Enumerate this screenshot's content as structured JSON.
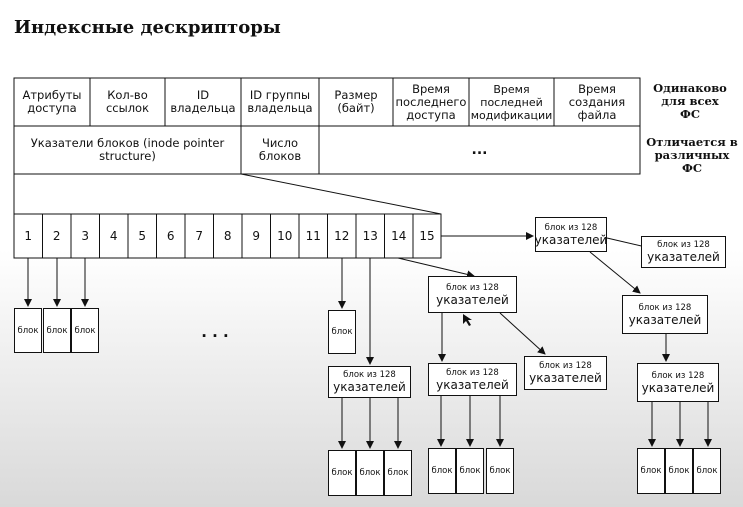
{
  "title": "Индексные дескрипторы",
  "inode": {
    "row1": [
      "Атрибуты\nдоступа",
      "Кол-во\nссылок",
      "ID\nвладельца",
      "ID группы\nвладельца",
      "Размер\n(байт)",
      "Время\nпоследнего\nдоступа",
      "Время\nпоследней\nмодификации",
      "Время\nсоздания\nфайла"
    ],
    "row2": [
      "Указатели блоков (inode pointer\nstructure)",
      "Число\nблоков",
      "..."
    ],
    "note_same": "Одинаково\nдля всех\nФС",
    "note_diff": "Отличается в\nразличных\nФС"
  },
  "pointers": [
    "1",
    "2",
    "3",
    "4",
    "5",
    "6",
    "7",
    "8",
    "9",
    "10",
    "11",
    "12",
    "13",
    "14",
    "15"
  ],
  "block_label": "блок",
  "ellipsis": ". . .",
  "ptr_block": {
    "line1": "блок из 128",
    "line2": "указателей"
  }
}
